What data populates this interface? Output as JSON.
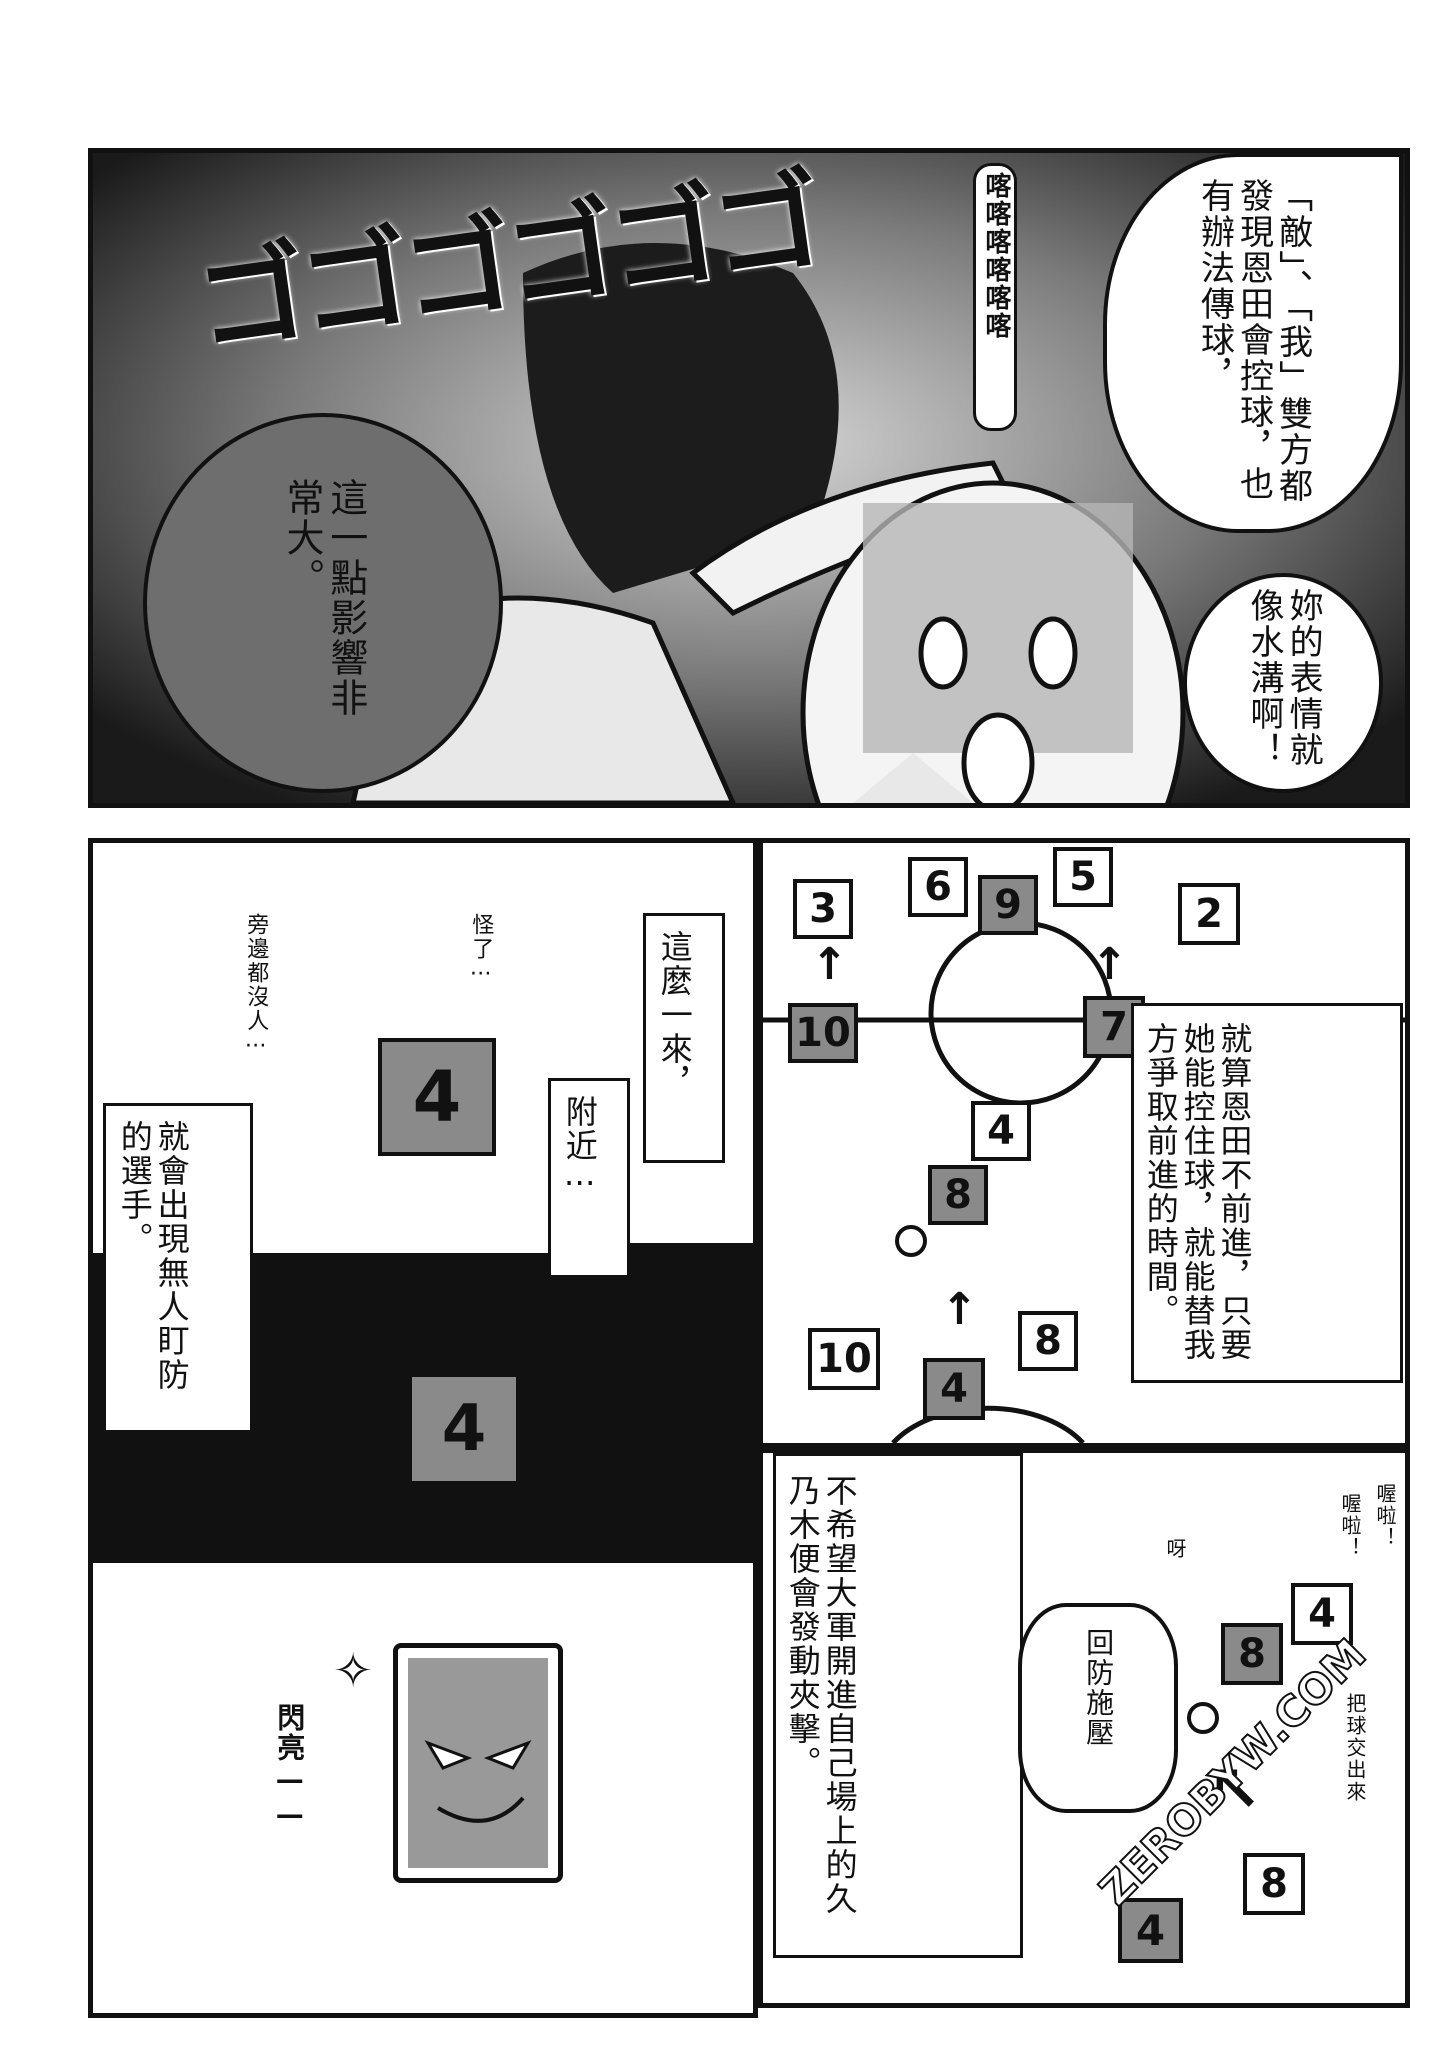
{
  "panel1": {
    "bubble_left": "這一點影響非常大。",
    "bubble_right_top": "「敵」、「我」雙方都發現恩田會控球，也有辦法傳球，",
    "bubble_right_bottom": "妳的表情就像水溝啊！",
    "sfx_top": "ゴゴゴゴゴゴ",
    "sfx_small": "喀喀喀喀喀喀"
  },
  "panel2": {
    "caption_1": "這麼一來，",
    "caption_2": "附近⋯",
    "caption_3": "就會出現無人盯防的選手。",
    "note_1": "旁邊都沒人⋯",
    "note_2": "怪了⋯",
    "player_top": "4",
    "player_bottom": "4"
  },
  "panel3": {
    "label": "閃亮——"
  },
  "panel4": {
    "caption": "就算恩田不前進，只要她能控住球，就能替我方爭取前進的時間。",
    "players": {
      "p3": "3",
      "p6": "6",
      "p9": "9",
      "p5": "5",
      "p2": "2",
      "p10a": "10",
      "p7": "7",
      "p4a": "4",
      "p8a": "8",
      "p10b": "10",
      "p4b": "4",
      "p8b": "8"
    },
    "arrow": "↑"
  },
  "panel5": {
    "caption": "不希望大軍開進自己場上的久乃木便會發動夾擊。",
    "bubble": "回防施壓",
    "note_a": "喔啦！",
    "note_b": "喔啦！",
    "note_c": "呀",
    "note_d": "把球交出來",
    "players": {
      "p4a": "4",
      "p8a": "8",
      "p8b": "8",
      "p4b": "4"
    },
    "arrow": "↖"
  },
  "watermark": "ZEROBYW.COM"
}
